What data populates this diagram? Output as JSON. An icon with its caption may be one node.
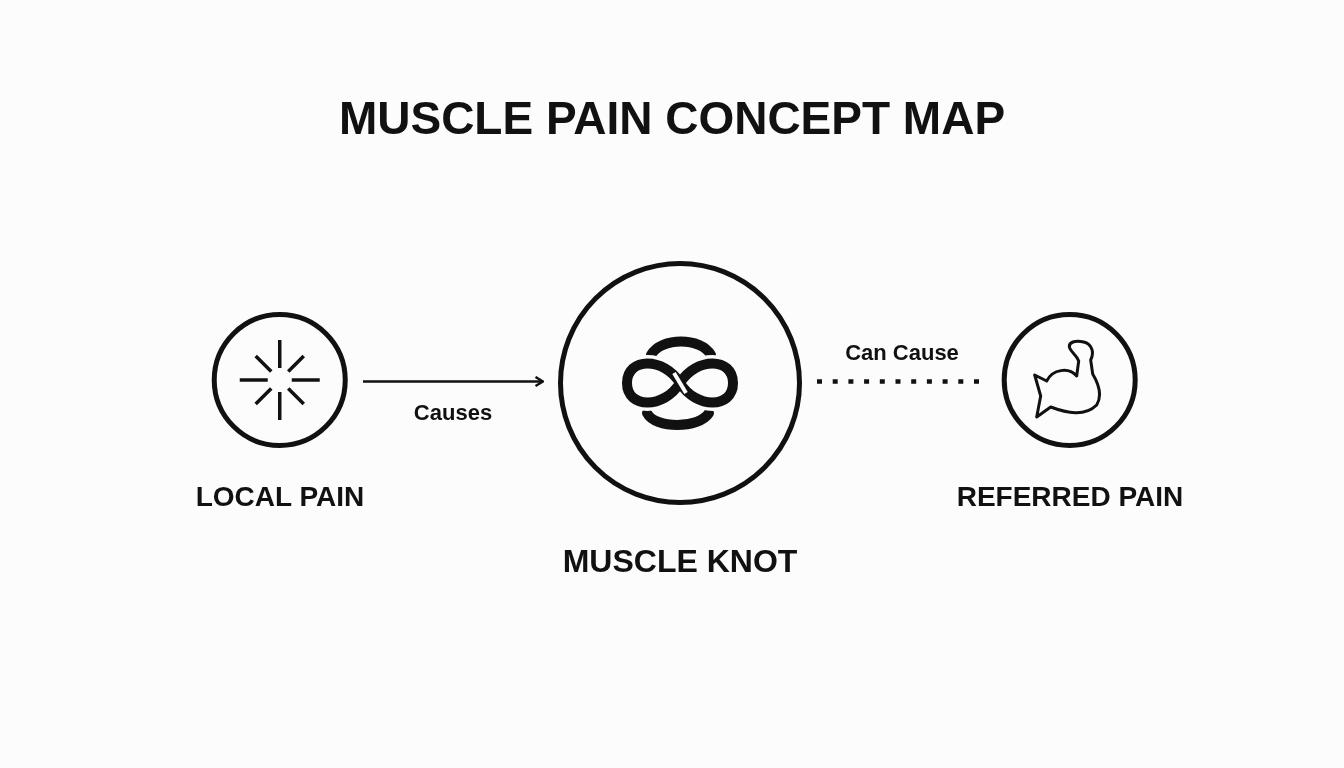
{
  "diagram": {
    "title": "MUSCLE PAIN CONCEPT MAP",
    "nodes": [
      {
        "text": [
          "LOCAL PAIN"
        ]
      },
      {
        "text": [
          "MUSCLE KNOT"
        ]
      },
      {
        "text": [
          "REFERRED PAIN"
        ]
      }
    ],
    "edges": [
      {
        "from": 0,
        "to": 1,
        "arrow": "to",
        "label": "Causes"
      },
      {
        "from": 1,
        "to": 2,
        "arrow": "none",
        "label": "Can Cause",
        "style": "dashed"
      }
    ]
  }
}
